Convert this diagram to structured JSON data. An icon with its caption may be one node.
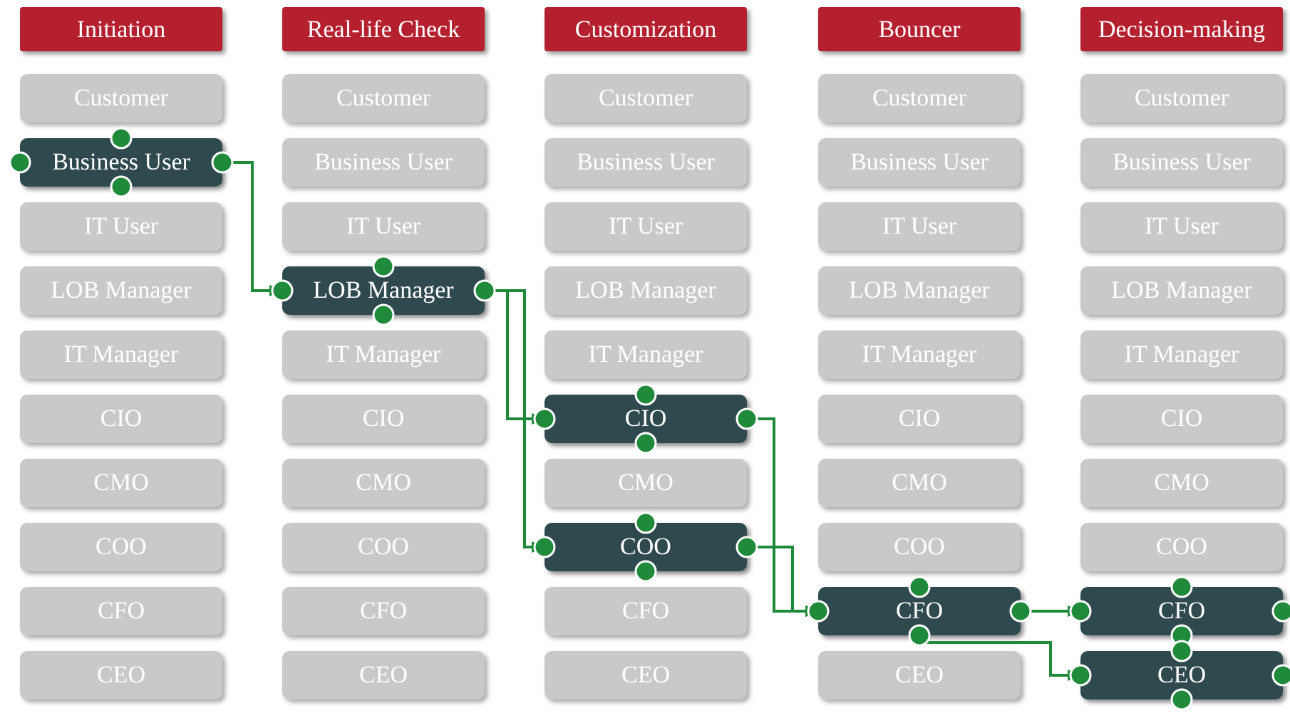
{
  "diagram": {
    "nodes": [
      {
        "text": [
          "Initiation"
        ]
      },
      {
        "text": [
          "Customer"
        ]
      },
      {
        "text": [
          "Business User"
        ]
      },
      {
        "text": [
          "IT User"
        ]
      },
      {
        "text": [
          "LOB Manager"
        ]
      },
      {
        "text": [
          "IT Manager"
        ]
      },
      {
        "text": [
          "CIO"
        ]
      },
      {
        "text": [
          "CMO"
        ]
      },
      {
        "text": [
          "COO"
        ]
      },
      {
        "text": [
          "CFO"
        ]
      },
      {
        "text": [
          "CEO"
        ]
      },
      {
        "text": [
          "Real-life Check"
        ]
      },
      {
        "text": [
          "Customer"
        ]
      },
      {
        "text": [
          "Business User"
        ]
      },
      {
        "text": [
          "IT User"
        ]
      },
      {
        "text": [
          "LOB Manager"
        ]
      },
      {
        "text": [
          "IT Manager"
        ]
      },
      {
        "text": [
          "CIO"
        ]
      },
      {
        "text": [
          "CMO"
        ]
      },
      {
        "text": [
          "COO"
        ]
      },
      {
        "text": [
          "CFO"
        ]
      },
      {
        "text": [
          "CEO"
        ]
      },
      {
        "text": [
          "Customization"
        ]
      },
      {
        "text": [
          "Customer"
        ]
      },
      {
        "text": [
          "Business User"
        ]
      },
      {
        "text": [
          "IT User"
        ]
      },
      {
        "text": [
          "LOB Manager"
        ]
      },
      {
        "text": [
          "IT Manager"
        ]
      },
      {
        "text": [
          "CIO"
        ]
      },
      {
        "text": [
          "CMO"
        ]
      },
      {
        "text": [
          "COO"
        ]
      },
      {
        "text": [
          "CFO"
        ]
      },
      {
        "text": [
          "CEO"
        ]
      },
      {
        "text": [
          "Bouncer"
        ]
      },
      {
        "text": [
          "Customer"
        ]
      },
      {
        "text": [
          "Business User"
        ]
      },
      {
        "text": [
          "IT User"
        ]
      },
      {
        "text": [
          "LOB Manager"
        ]
      },
      {
        "text": [
          "IT Manager"
        ]
      },
      {
        "text": [
          "CIO"
        ]
      },
      {
        "text": [
          "CMO"
        ]
      },
      {
        "text": [
          "COO"
        ]
      },
      {
        "text": [
          "CFO"
        ]
      },
      {
        "text": [
          "CEO"
        ]
      },
      {
        "text": [
          "Decision-making"
        ]
      },
      {
        "text": [
          "Customer"
        ]
      },
      {
        "text": [
          "Business User"
        ]
      },
      {
        "text": [
          "IT User"
        ]
      },
      {
        "text": [
          "LOB Manager"
        ]
      },
      {
        "text": [
          "IT Manager"
        ]
      },
      {
        "text": [
          "CIO"
        ]
      },
      {
        "text": [
          "CMO"
        ]
      },
      {
        "text": [
          "COO"
        ]
      },
      {
        "text": [
          "CFO"
        ]
      },
      {
        "text": [
          "CEO"
        ]
      }
    ],
    "edges": [
      {
        "from": 2,
        "to": 15,
        "arrow": "to"
      },
      {
        "from": 15,
        "to": 28,
        "arrow": "to"
      },
      {
        "from": 15,
        "to": 30,
        "arrow": "to"
      },
      {
        "from": 28,
        "to": 42,
        "arrow": "to"
      },
      {
        "from": 30,
        "to": 42,
        "arrow": "to"
      },
      {
        "from": 42,
        "to": 53,
        "arrow": "to"
      },
      {
        "from": 42,
        "to": 54,
        "arrow": "to"
      }
    ]
  }
}
